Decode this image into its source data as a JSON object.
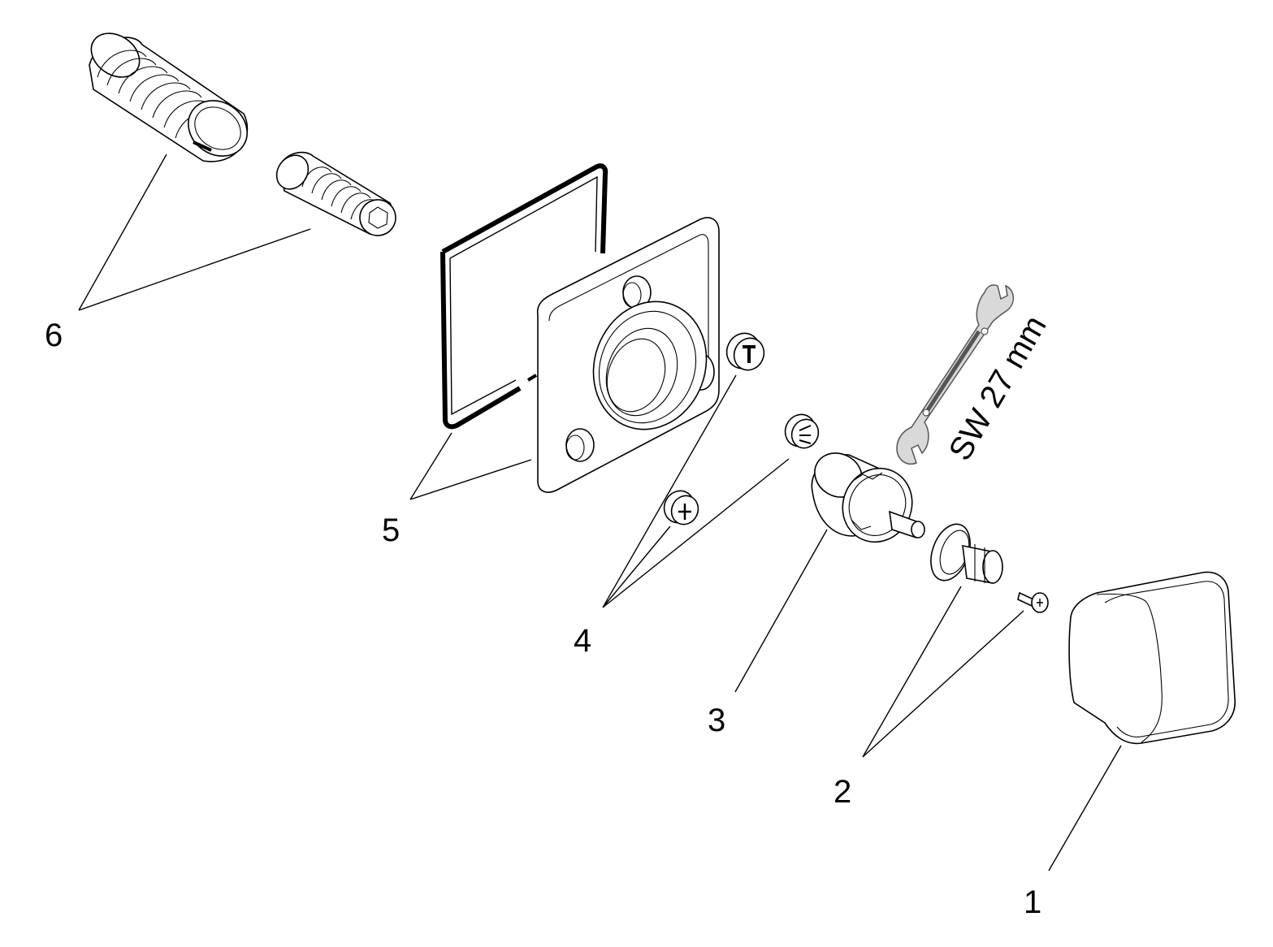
{
  "diagram": {
    "callouts": [
      {
        "id": "1",
        "text": "1"
      },
      {
        "id": "2",
        "text": "2"
      },
      {
        "id": "3",
        "text": "3"
      },
      {
        "id": "4",
        "text": "4"
      },
      {
        "id": "5",
        "text": "5"
      },
      {
        "id": "6",
        "text": "6"
      }
    ],
    "wrench_label": "SW 27 mm",
    "colors": {
      "line": "#000000",
      "wrench_fill": "#d9d9d9",
      "background": "#ffffff"
    }
  }
}
